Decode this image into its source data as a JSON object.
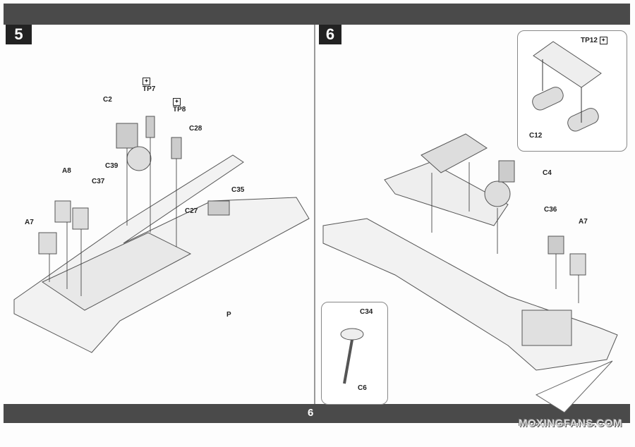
{
  "page_number": "6",
  "steps": [
    {
      "number": "5",
      "labels": {
        "c2": "C2",
        "tp7": "TP7",
        "tp8": "TP8",
        "c28": "C28",
        "c39": "C39",
        "c37": "C37",
        "a8": "A8",
        "c35": "C35",
        "c27": "C27",
        "a7": "A7",
        "p": "P"
      }
    },
    {
      "number": "6",
      "labels": {
        "c4": "C4",
        "c36": "C36",
        "a7": "A7"
      },
      "callout_top": {
        "tp12": "TP12",
        "c12": "C12"
      },
      "callout_bottom": {
        "c34": "C34",
        "c6": "C6"
      }
    }
  ],
  "watermark": "MOXINGFANS.COM",
  "icons": {
    "photo_etch": "photo-etch-icon"
  }
}
